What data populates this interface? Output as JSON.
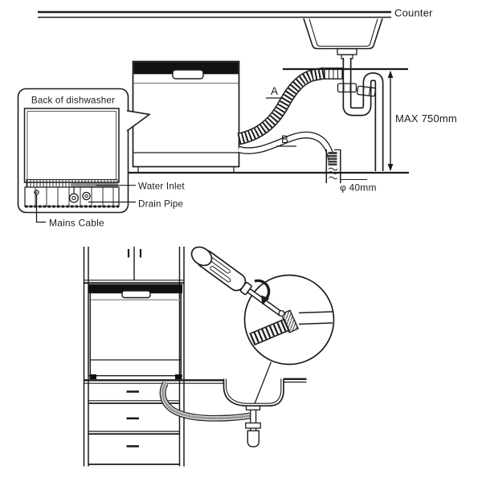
{
  "figure_top": {
    "counter_label": "Counter",
    "hose_a_label": "A",
    "hose_b_label": "B",
    "max_height_label": "MAX 750mm",
    "drain_diameter_label": "φ 40mm",
    "callout": {
      "title": "Back of dishwasher",
      "water_inlet_label": "Water Inlet",
      "drain_pipe_label": "Drain Pipe",
      "mains_cable_label": "Mains Cable"
    }
  },
  "colors": {
    "ink": "#1c1c1c",
    "gray_line": "#999999",
    "dark_fill": "#3f3f3f",
    "mid_gray": "#8c8c8c"
  }
}
